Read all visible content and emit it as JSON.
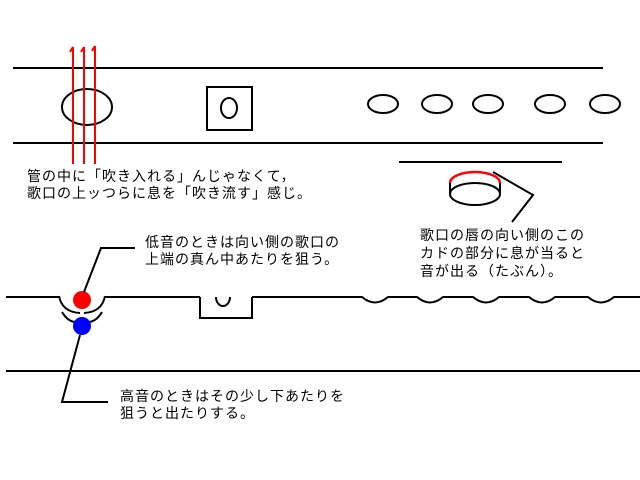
{
  "colors": {
    "lip_line": "#ff0000",
    "low_note": "#ff0000",
    "high_note": "#0000ff",
    "ink": "#000000"
  },
  "notes": {
    "top_caption": [
      "管の中に「吹き入れる」んじゃなくて，",
      "歌口の上ッつらに息を「吹き流す」感じ。"
    ],
    "edge_caption": [
      "歌口の唇の向い側のこの",
      "カドの部分に息が当ると",
      "音が出る（たぶん）。"
    ],
    "low_caption": [
      "低音のときは向い側の歌口の",
      "上端の真ん中あたりを狙う。"
    ],
    "high_caption": [
      "高音のときはその少し下あたりを",
      "狙うと出たりする。"
    ]
  }
}
